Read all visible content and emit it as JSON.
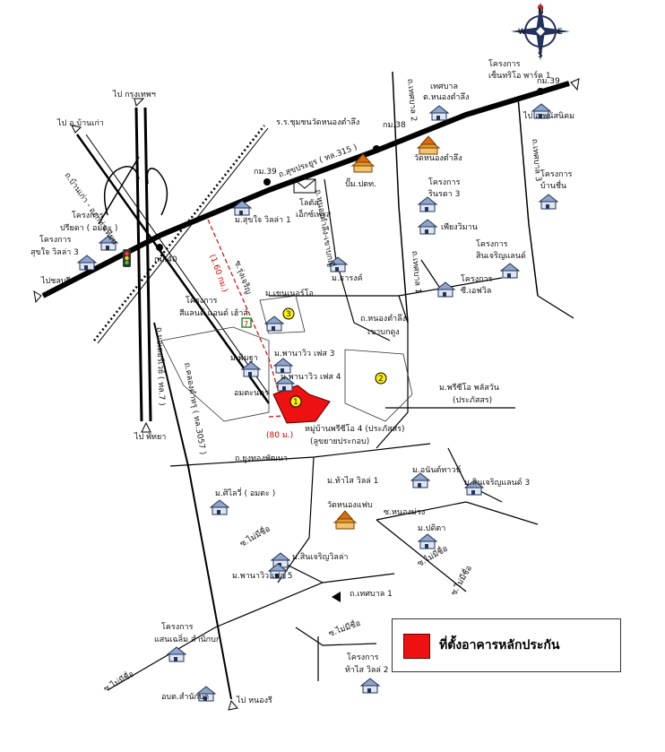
{
  "compass": {
    "n": "N",
    "e": "E",
    "s": "S",
    "w": "W"
  },
  "legend": {
    "text": "ที่ตั้งอาคารหลักประกัน",
    "swatch_color": "#ee1111"
  },
  "labels": {
    "to_bangkok": "ไป กรุงเทพฯ",
    "to_ban_kao": "ไป อ.บ้านเก่า",
    "to_chonburi": "ไปชลบุรี",
    "to_pattaya": "ไป พัทยา",
    "to_phanat": "ไป อ.พนัสนิคม",
    "to_nongree": "ไป หนองรี",
    "rd_bankao": "ถ.บ้านเก่า - ออกท่าเทียน",
    "rd_motorway": "ถ.มอเตอร์เวย์ ( ทล.7 )",
    "rd_sukhumvit": "ถ.สุขประยูร ( ทล.315 )",
    "rd_klongtam": "ถ.คลองตำหรุ ( ทล.3057 )",
    "rd_thesaban2": "ถ.เทศบาล 2",
    "rd_thesaban3": "ถ.เทศบาล 3",
    "rd_thesaban1": "ถ.เทศบาล 1",
    "rd_thesaban1b": "ถ.เทศบาล 1",
    "rd_nongkham": "ถ.หนองตำลึง-เขาบกญี่",
    "rd_nongkham2": "ถ.หนองตำลึง-",
    "rd_nongkham3": "เขาบกดูง",
    "rd_ruamjai": "ซ.รุ่งเจริญ",
    "rd_yuthong": "ถ.ยูงทองพัฒนา",
    "rd_nongmuang": "ซ.หนองม่วง",
    "soi_mai1": "ซ.ไม่มีชื่อ",
    "soi_mai2": "ซ.ไม่มีชื่อ",
    "soi_mai3": "ซ.ไม่มีชื่อ",
    "soi_mai4": "ซ.ไม่มีชื่อ",
    "soi_mai5": "ซ.ไม่มีชื่อ",
    "km38": "กม.38",
    "km39a": "กม.39",
    "km39b": "กม.39",
    "km40": "กม.40",
    "dist_160": "(1.60 กม.)",
    "dist_80": "(80 ม.)",
    "school": "ร.ร.ชุมชนวัดหนองตำลึง",
    "ptt": "ปั๊ม.ปตท.",
    "lotus": "โลตัส",
    "lotus2": "เอ็กซ์เพรส",
    "wat_nongkham": "วัดหนองตำลึง",
    "thesaban_nong": "เทศบาล",
    "thesaban_nong2": "ต.หนองตำลึง",
    "proj_center1": "โครงการ",
    "proj_center2": "เซ็นทริโอ พาร์ค 1",
    "proj_rinrada1": "โครงการ",
    "proj_rinrada2": "รินรดา 3",
    "proj_phiang": "เพียงวิมาน",
    "proj_banchuen1": "โครงการ",
    "proj_banchuen2": "บ้านชื่น",
    "proj_sinchareon1": "โครงการ",
    "proj_sinchareon2": "สินเจริญแลนด์",
    "proj_ch1": "โครงการ",
    "proj_ch2": "ซี.เอฟวิล",
    "proj_pritsada1": "โครงการ",
    "proj_pritsada2": "ปรียดา ( อมตะ )",
    "proj_suchai1": "โครงการ",
    "proj_suchai2": "สุขใจ วิลล่า 3",
    "suchai1": "ม.สุขใจ วิลล่า 1",
    "tharong": "ม.ธารงค์",
    "mengsi": "ม.เขนเนอร์โอ",
    "proj_siam1": "โครงการ",
    "proj_siam2": "สีแลนด์ แอนด์ เฮ้าส์",
    "panorama3": "ม.พานาวิว เฟส 3",
    "panorama4": "ม.พานาวิว เฟส 4",
    "pimrada": "ม.พิมฐา",
    "amata": "อมตะนคร",
    "village_main": "หมู่บ้านพรีซีโอ 4 (ประภัสสร)",
    "village_main2": "(ลูขยายประกอบ)",
    "preeo1": "ม.พรีซีโอ พลัสวัน",
    "preeo2": "(ประภัสสร)",
    "tanthai": "ม.ท้าไส วิลล่ 1",
    "siraiwi": "ม.ศิไลวี่ ( อมตะ )",
    "wat_nongphab": "วัดหนองแฟบ",
    "anan": "ม.อนันต์ทาวน์",
    "sinchareon3": "ม.สินเจริญแลนด์ 3",
    "pradit": "ม.ปดิตา",
    "sinvilla": "ม.สินเจริญวิลล่า",
    "panorama5": "ม.พานาวิว เฟส 5",
    "proj_sam1": "โครงการ",
    "proj_sam2": "แสนเฉลิ่ม สำนักบก",
    "proj_tanthai2a": "โครงการ",
    "proj_tanthai2b": "ท้าไส วิลล่ 2",
    "abt": "อบต.สำนักบก",
    "num1": "1",
    "num2": "2",
    "num3": "3"
  }
}
